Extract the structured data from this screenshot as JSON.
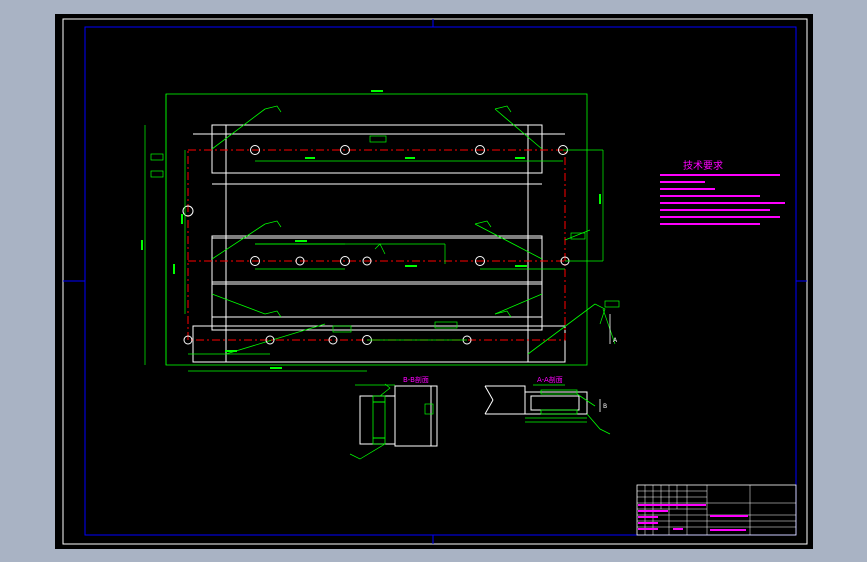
{
  "drawing": {
    "colors": {
      "background": "#000000",
      "frame": "#ffffff",
      "border": "#0000ff",
      "part": "#ffffff",
      "dimension": "#00ff00",
      "centerline": "#ff0000",
      "notes": "#ff00ff"
    },
    "tech_requirements_title": "技术要求",
    "section_b_label": "B-B剖面",
    "section_a_label": "A-A剖面",
    "marker_a": "A",
    "marker_b": "B"
  }
}
